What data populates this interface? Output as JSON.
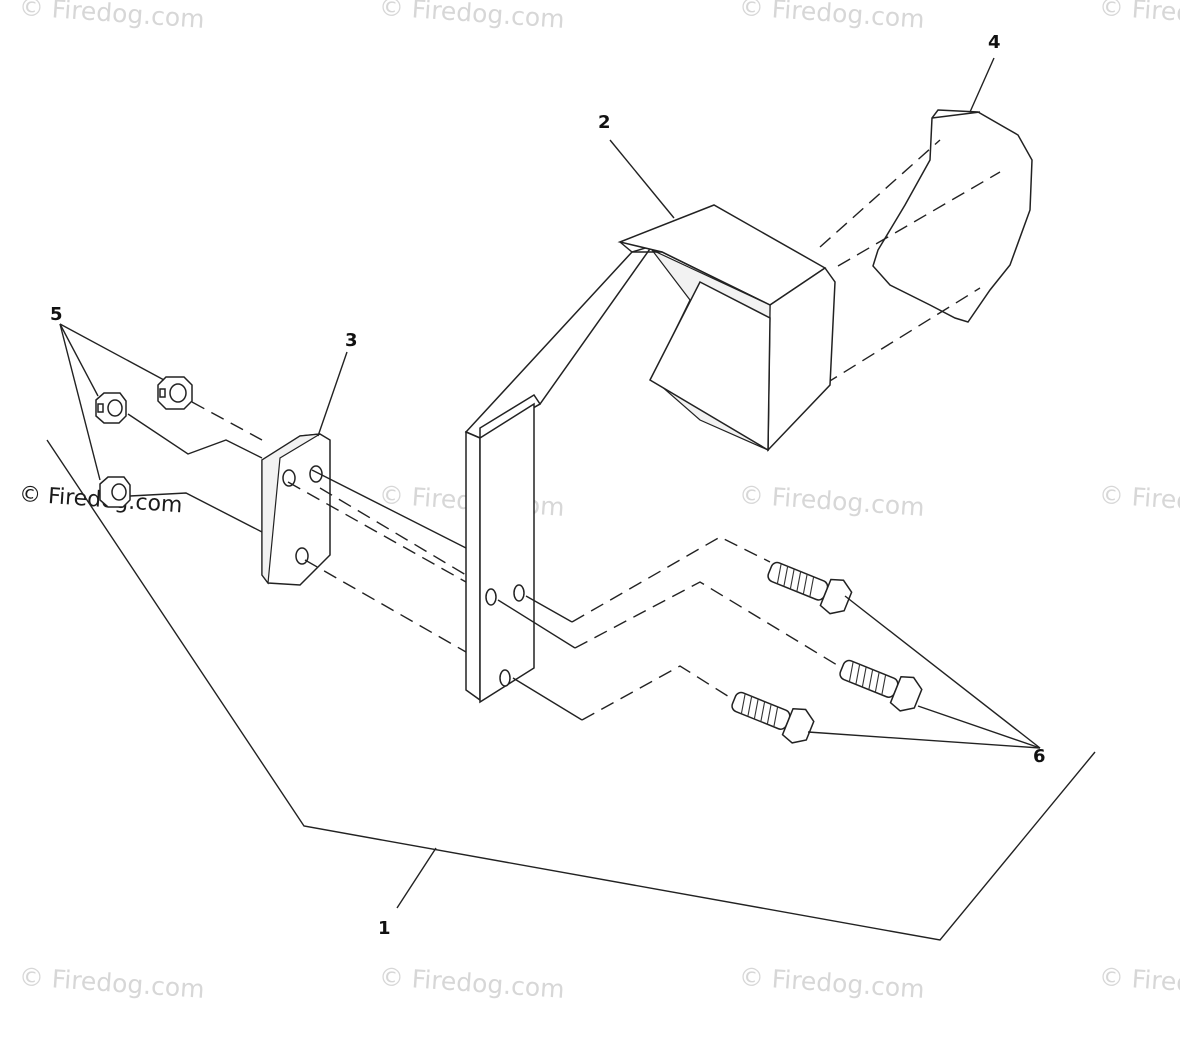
{
  "watermarks": {
    "text": "© Firedog.com",
    "prominent_text": "© Firedog.com"
  },
  "callouts": {
    "c1": "1",
    "c2": "2",
    "c3": "3",
    "c4": "4",
    "c5": "5",
    "c6": "6"
  },
  "colors": {
    "line": "#222222",
    "watermark": "#d7d7d7"
  }
}
